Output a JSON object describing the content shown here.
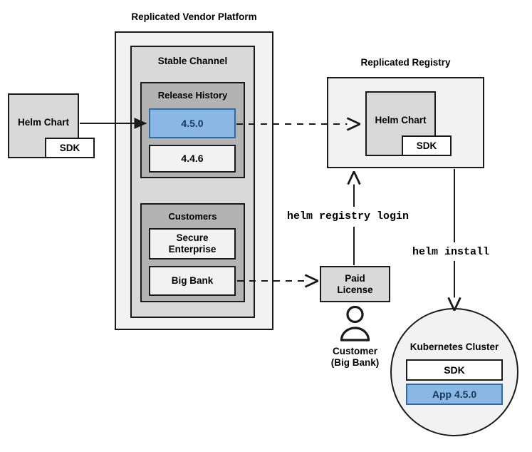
{
  "diagram": {
    "title": "Replicated Vendor Platform Helm distribution flow",
    "colors": {
      "accent_blue_fill": "#8ab7e3",
      "accent_blue_border": "#2c6ca8",
      "accent_blue_text": "#15395b",
      "outline": "#1a1a1a",
      "container_light": "#f2f2f2",
      "container_mid": "#d9d9d9",
      "container_dark": "#b3b3b3"
    }
  },
  "source_chart": {
    "label": "Helm Chart",
    "sdk_label": "SDK"
  },
  "vendor_platform": {
    "title": "Replicated Vendor Platform",
    "stable_channel": {
      "title": "Stable Channel",
      "release_history": {
        "title": "Release History",
        "releases": [
          {
            "version": "4.5.0",
            "highlighted": true
          },
          {
            "version": "4.4.6",
            "highlighted": false
          }
        ]
      },
      "customers": {
        "title": "Customers",
        "entries": [
          {
            "name": "Secure\nEnterprise"
          },
          {
            "name": "Big Bank"
          }
        ]
      }
    }
  },
  "registry": {
    "title": "Replicated Registry",
    "chart": {
      "label": "Helm Chart",
      "sdk_label": "SDK"
    }
  },
  "license": {
    "label": "Paid\nLicense"
  },
  "customer_actor": {
    "label": "Customer\n(Big Bank)",
    "icon": "person-icon"
  },
  "cluster": {
    "title": "Kubernetes Cluster",
    "components": [
      {
        "label": "SDK",
        "highlighted": false
      },
      {
        "label": "App 4.5.0",
        "highlighted": true
      }
    ]
  },
  "commands": {
    "registry_login": "helm registry login",
    "install": "helm install"
  }
}
